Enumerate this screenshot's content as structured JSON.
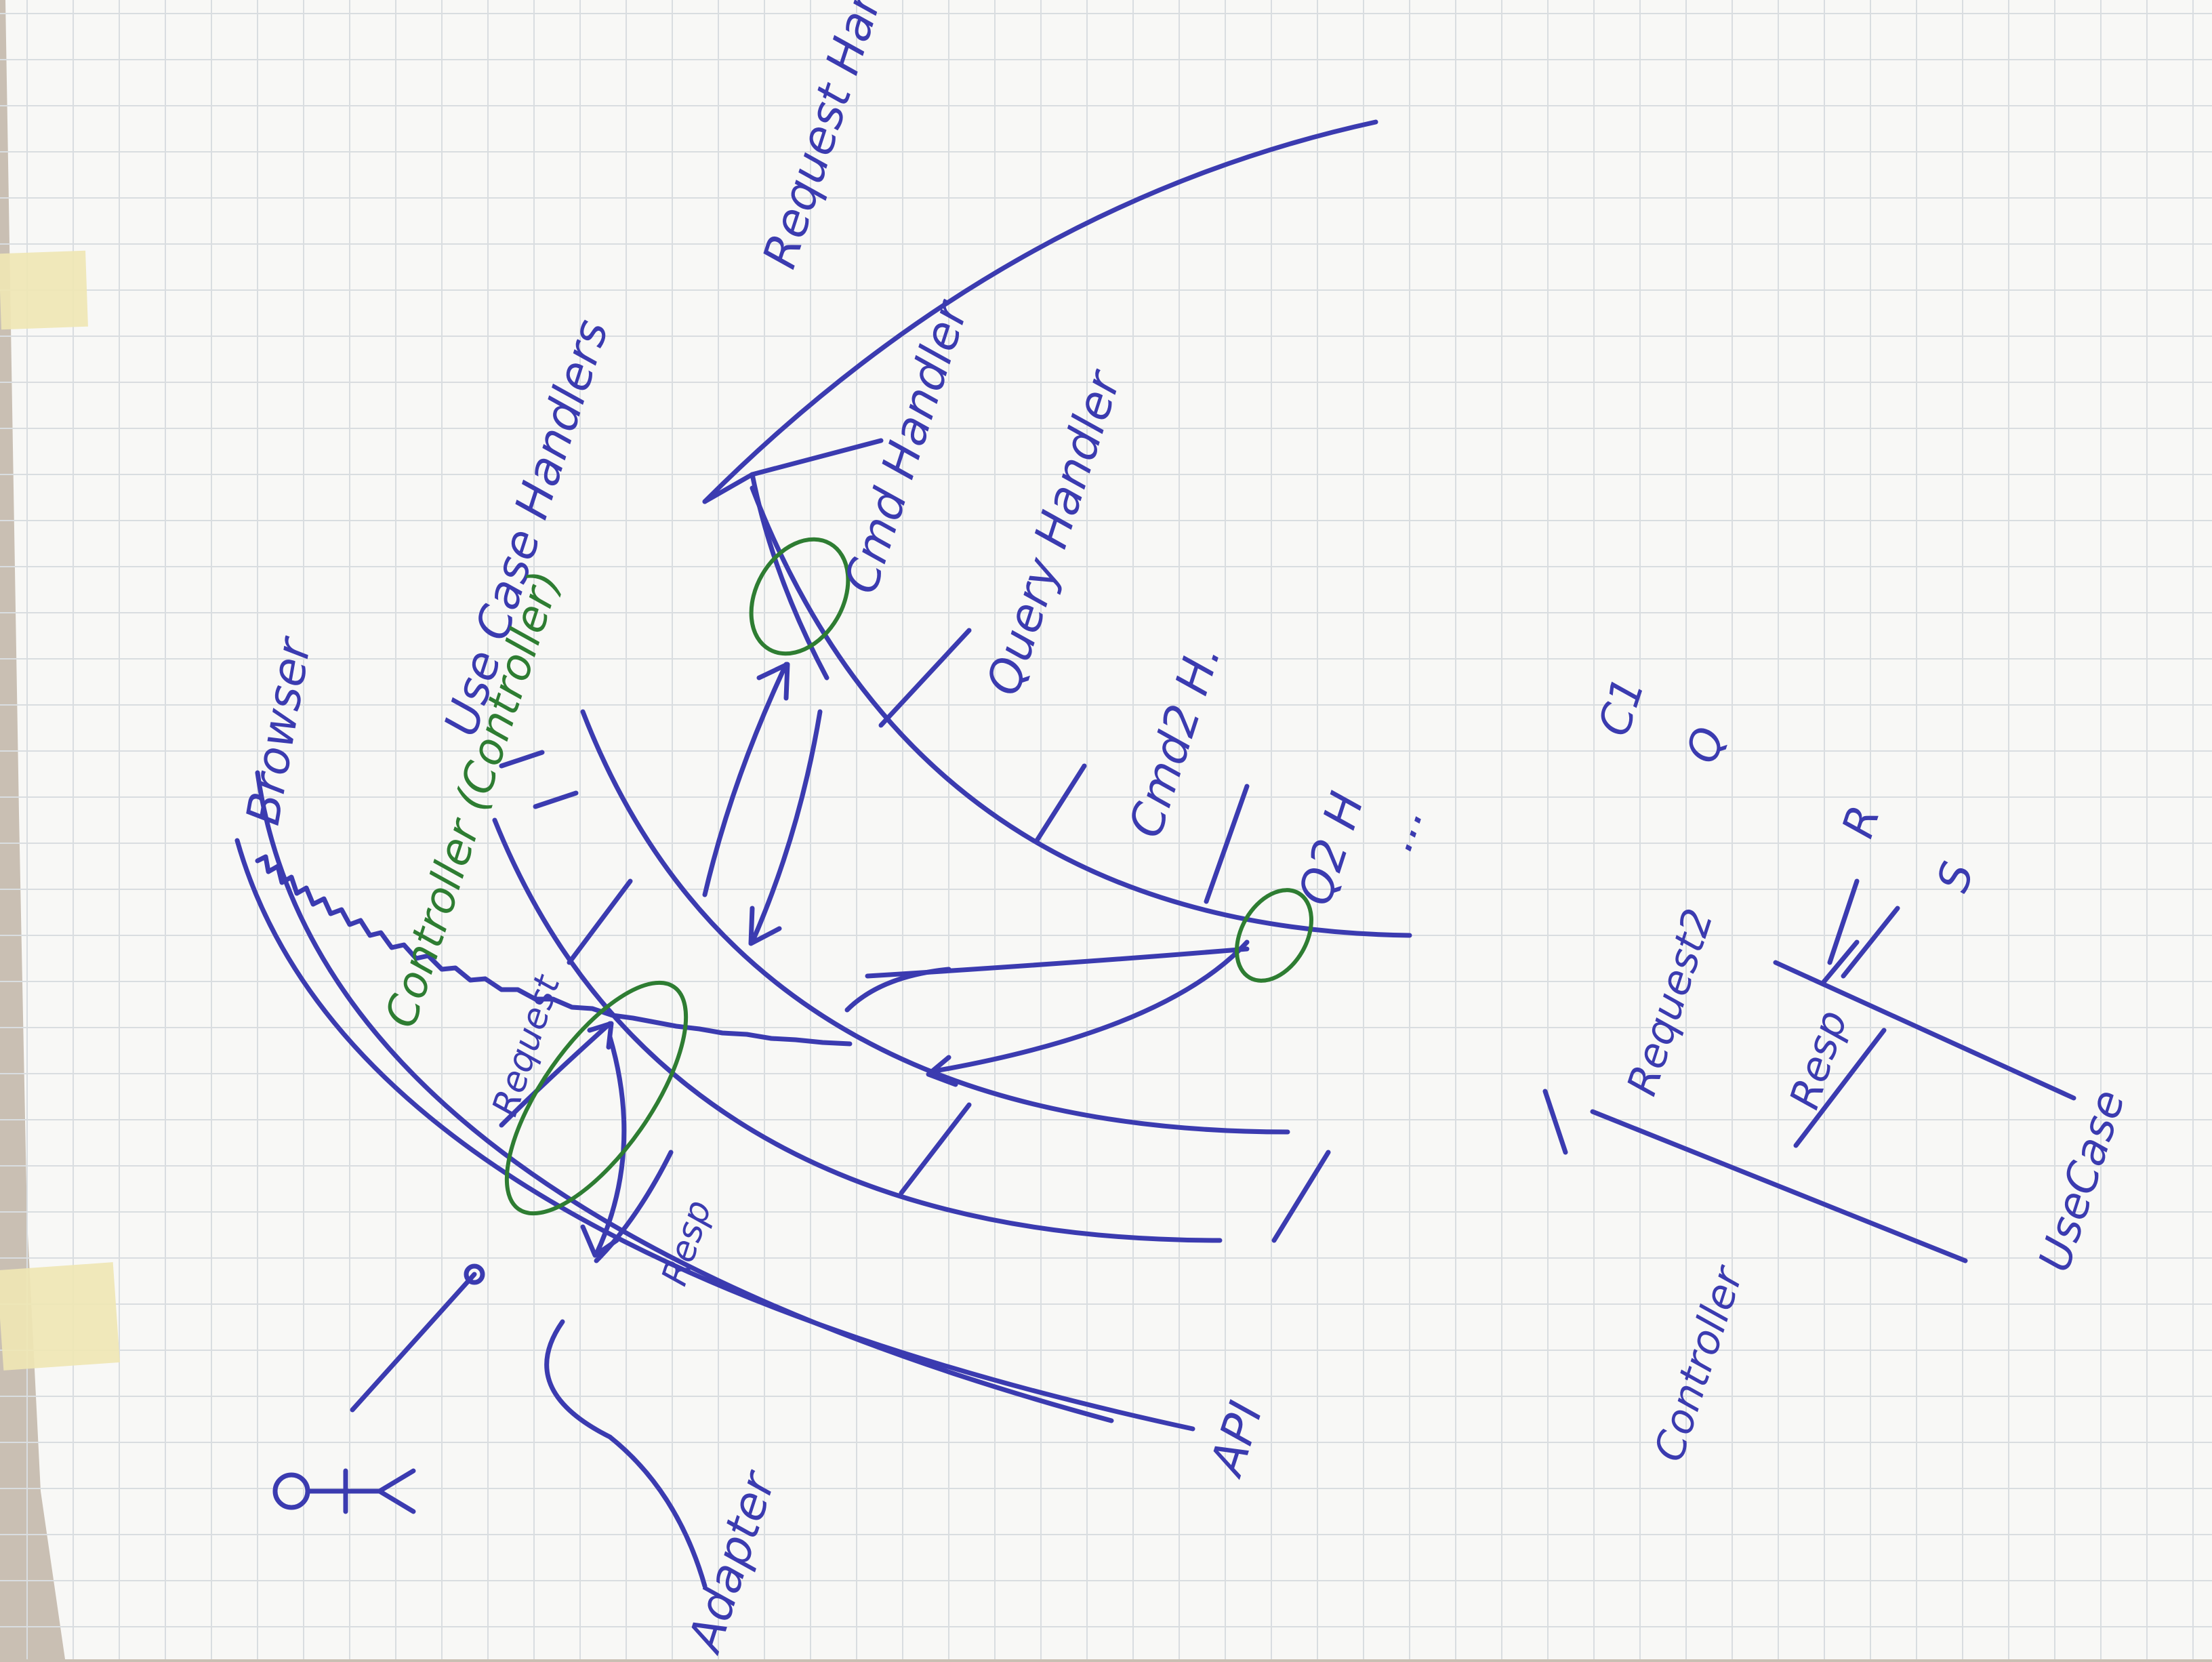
{
  "colors": {
    "paper": "#f8f8f6",
    "grid": "#d9dde0",
    "blue_ink": "#3b3bb0",
    "green_ink": "#2e7d32",
    "tape": "#efe6b4"
  },
  "labels": {
    "browser": "Browser",
    "use_case_handlers": "Use Case Handlers",
    "request_handlers": "Request Handlers",
    "controller_note": "Controller (Controller)",
    "cmd_handler": "Cmd Handler",
    "query_handler": "Query Handler",
    "cmd2_handler": "Cmd2 H.",
    "q2_handler": "Q2 H",
    "ellipsis": "...",
    "request": "Request",
    "response": "Resp",
    "adapter": "Adapter",
    "api": "API",
    "right_c": "C1",
    "right_q": "Q",
    "right_r": "R",
    "right_s": "S",
    "right_request2": "Request2",
    "right_response": "Resp",
    "right_controller": "Controller",
    "use_case_footer": "UseCase"
  }
}
